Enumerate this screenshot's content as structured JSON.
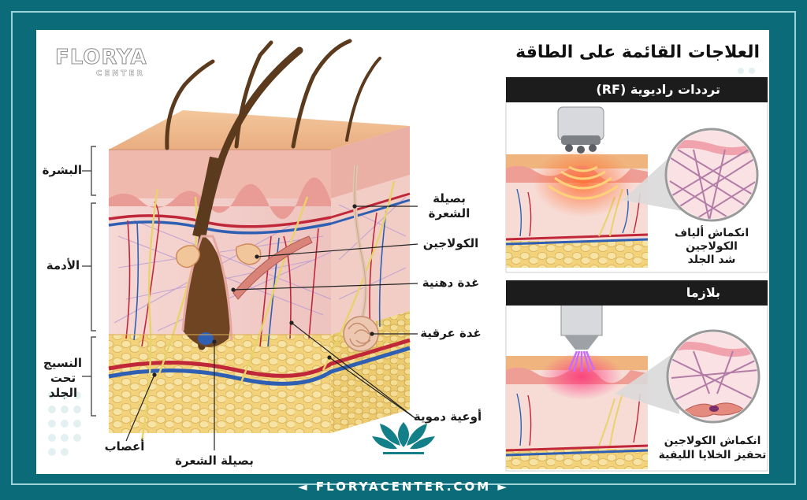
{
  "brand": {
    "name": "FLORYA",
    "sub": "CENTER"
  },
  "title": "العلاجات القائمة على الطاقة",
  "skin_labels": {
    "epidermis": "البشرة",
    "dermis": "الأدمة",
    "subcutaneous_1": "النسيج",
    "subcutaneous_2": "تحت",
    "subcutaneous_3": "الجلد",
    "follicle_top_1": "بصيلة",
    "follicle_top_2": "الشعرة",
    "collagen": "الكولاجين",
    "sebaceous": "غدة دهنية",
    "sweat": "غدة عرقية",
    "vessels": "أوعية دموية",
    "nerves": "أعصاب",
    "follicle_bottom": "بصيلة الشعرة"
  },
  "rf": {
    "header": "ترددات راديوية (RF)",
    "caption_1": "انكماش ألياف",
    "caption_2": "الكولاجين",
    "caption_3": "شد الجلد"
  },
  "plasma": {
    "header": "بلازما",
    "caption_1": "انكماش الكولاجين",
    "caption_2": "تحفيز الخلايا الليفية"
  },
  "footer": "◄ FLORYACENTER.COM ►",
  "colors": {
    "frame": "#0c6b78",
    "accent": "#2f8b96",
    "dark_bar": "#1c1c1c",
    "artery": "#c0283a",
    "vein": "#2f5fb3",
    "nerve": "#e8d36a"
  }
}
